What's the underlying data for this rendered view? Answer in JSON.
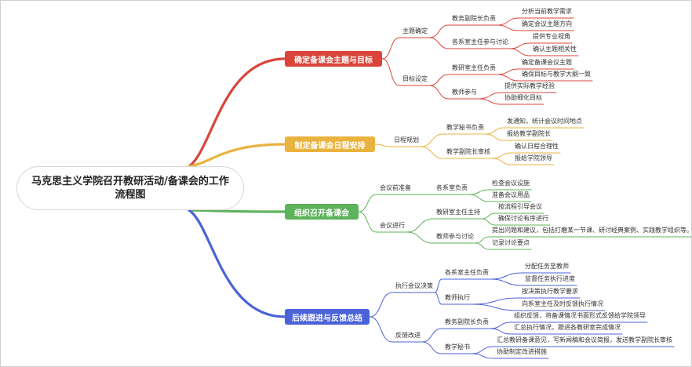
{
  "root": {
    "title": "马克思主义学院召开教研活动/备课会的工作流程图"
  },
  "branches": [
    {
      "label": "确定备课会主题与目标",
      "color": "#d9453a",
      "children": [
        {
          "label": "主题确定",
          "children": [
            {
              "label": "教务副院长负责",
              "children": [
                "分析当前教学需求",
                "确定会议主题方向"
              ]
            },
            {
              "label": "各系室主任参与讨论",
              "children": [
                "提供专业视角",
                "确认主题相关性"
              ]
            }
          ]
        },
        {
          "label": "目标设定",
          "children": [
            {
              "label": "教研室主任负责",
              "children": [
                "确定备课会议主题",
                "确保目标与教学大纲一致"
              ]
            },
            {
              "label": "教师参与",
              "children": [
                "提供实际教学经验",
                "协助细化目标"
              ]
            }
          ]
        }
      ]
    },
    {
      "label": "制定备课会日程安排",
      "color": "#e8b33f",
      "children": [
        {
          "label": "日程规划",
          "children": [
            {
              "label": "教学秘书负责",
              "children": [
                "发通知，统计会议时间地点",
                "报给教学副院长"
              ]
            },
            {
              "label": "教学副院长审核",
              "children": [
                "确认日程合理性",
                "报给学院领导"
              ]
            }
          ]
        }
      ]
    },
    {
      "label": "组织召开备课会",
      "color": "#5db35a",
      "children": [
        {
          "label": "会议前准备",
          "children": [
            {
              "label": "各系室负责",
              "children": [
                "检查会议设施",
                "准备会议用品"
              ]
            }
          ]
        },
        {
          "label": "会议进行",
          "children": [
            {
              "label": "教研室主任主持",
              "children": [
                "按流程引导会议",
                "确保讨论有序进行"
              ]
            },
            {
              "label": "教师参与讨论",
              "children": [
                "提出问题和建议，包括打磨某一节课、研讨经典案例、实践教学组织等。",
                "记录讨论要点"
              ]
            }
          ]
        }
      ]
    },
    {
      "label": "后续跟进与反馈总结",
      "color": "#4a63d8",
      "children": [
        {
          "label": "执行会议决策",
          "children": [
            {
              "label": "各系室主任负责",
              "children": [
                "分配任务至教师",
                "监督任务执行进度"
              ]
            },
            {
              "label": "教师执行",
              "children": [
                "按决策执行教学要求",
                "向系室主任及时反馈执行情况"
              ]
            }
          ]
        },
        {
          "label": "反馈改进",
          "children": [
            {
              "label": "教务副院长负责",
              "children": [
                "组织反馈，将备课情况书面形式反馈给学院领导",
                "汇总执行情况，跟进各教研室完成情况"
              ]
            },
            {
              "label": "教学秘书",
              "children": [
                "汇总教研备课意见，写新闻稿和会议简报，发送教学副院长审核",
                "协助制定改进措施"
              ]
            }
          ]
        }
      ]
    }
  ]
}
